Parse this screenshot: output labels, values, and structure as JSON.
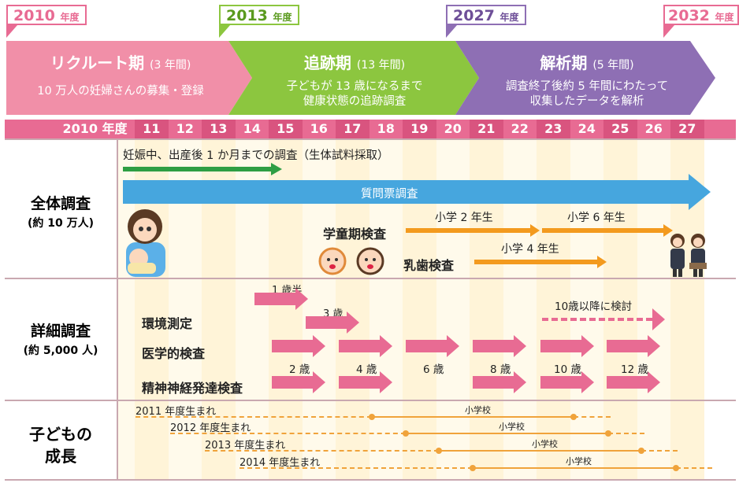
{
  "flags": [
    {
      "year": "2010",
      "unit": "年度",
      "color": "#e86b93"
    },
    {
      "year": "2013",
      "unit": "年度",
      "color": "#8cc63f"
    },
    {
      "year": "2027",
      "unit": "年度",
      "color": "#8e6fb4"
    },
    {
      "year": "2032",
      "unit": "年度",
      "color": "#e86b93"
    }
  ],
  "phases": [
    {
      "name": "リクルート期",
      "span": "(3 年間)",
      "desc1": "10 万人の妊婦さんの募集・登録",
      "desc2": "",
      "color": "#f18fa8"
    },
    {
      "name": "追跡期",
      "span": "(13 年間)",
      "desc1": "子どもが 13 歳になるまで",
      "desc2": "健康状態の追跡調査",
      "color": "#8cc63f"
    },
    {
      "name": "解析期",
      "span": "(5 年間)",
      "desc1": "調査終了後約 5 年間にわたって",
      "desc2": "収集したデータを解析",
      "color": "#8e6fb4"
    }
  ],
  "years": [
    "2010 年度",
    "11",
    "12",
    "13",
    "14",
    "15",
    "16",
    "17",
    "18",
    "19",
    "20",
    "21",
    "22",
    "23",
    "24",
    "25",
    "26",
    "27"
  ],
  "sections": {
    "overall": {
      "title": "全体調査",
      "sub": "(約 10 万人)"
    },
    "detail": {
      "title": "詳細調査",
      "sub": "(約 5,000 人)"
    },
    "growth": {
      "title1": "子どもの",
      "title2": "成長"
    }
  },
  "overall": {
    "pregnancy_label": "妊娠中、出産後 1 か月までの調査（生体試料採取）",
    "questionnaire_label": "質問票調査",
    "school_check": "学童期検査",
    "grade2": "小学 2 年生",
    "grade6": "小学 6 年生",
    "teeth_check": "乳歯検査",
    "grade4": "小学 4 年生"
  },
  "detail": {
    "env": "環境測定",
    "medical": "医学的検査",
    "psych": "精神神経発達検査",
    "age_1_5": "1 歳半",
    "age_3": "3 歳",
    "age_2": "2 歳",
    "age_4": "4 歳",
    "age_6": "6 歳",
    "age_8": "8 歳",
    "age_10": "10 歳",
    "age_12": "12 歳",
    "after10": "10歳以降に検討"
  },
  "growth": [
    {
      "cohort": "2011 年度生まれ",
      "school": "小学校"
    },
    {
      "cohort": "2012 年度生まれ",
      "school": "小学校"
    },
    {
      "cohort": "2013 年度生まれ",
      "school": "小学校"
    },
    {
      "cohort": "2014 年度生まれ",
      "school": "小学校"
    }
  ],
  "colors": {
    "pink": "#e86b93",
    "lightpink": "#f18fa8",
    "green": "#2e9e44",
    "blue": "#46a6de",
    "orange": "#f39a1e",
    "purple": "#8e6fb4",
    "lime": "#8cc63f"
  }
}
